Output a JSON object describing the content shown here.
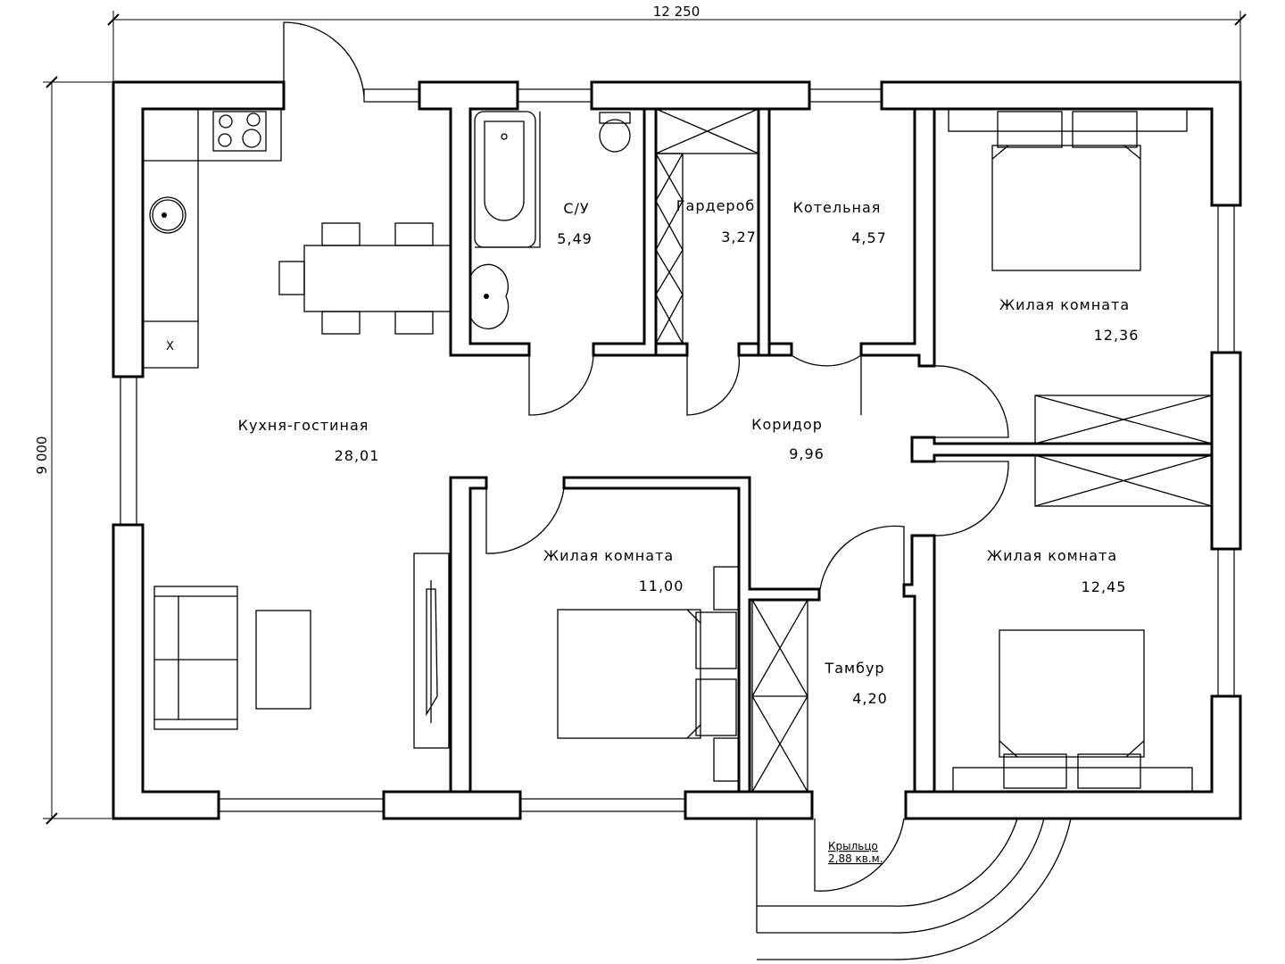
{
  "dimensions": {
    "width": "12 250",
    "height": "9 000"
  },
  "rooms": [
    {
      "name": "Кухня-гостиная",
      "area": "28,01"
    },
    {
      "name": "С/У",
      "area": "5,49"
    },
    {
      "name": "Гардероб",
      "area": "3,27"
    },
    {
      "name": "Котельная",
      "area": "4,57"
    },
    {
      "name": "Жилая комната",
      "area": "12,36"
    },
    {
      "name": "Коридор",
      "area": "9,96"
    },
    {
      "name": "Жилая комната",
      "area": "11,00"
    },
    {
      "name": "Жилая комната",
      "area": "12,45"
    },
    {
      "name": "Тамбур",
      "area": "4,20"
    }
  ],
  "porch": {
    "name": "Крыльцо",
    "area": "2,88 кв.м."
  },
  "kitchen_mark": "X"
}
